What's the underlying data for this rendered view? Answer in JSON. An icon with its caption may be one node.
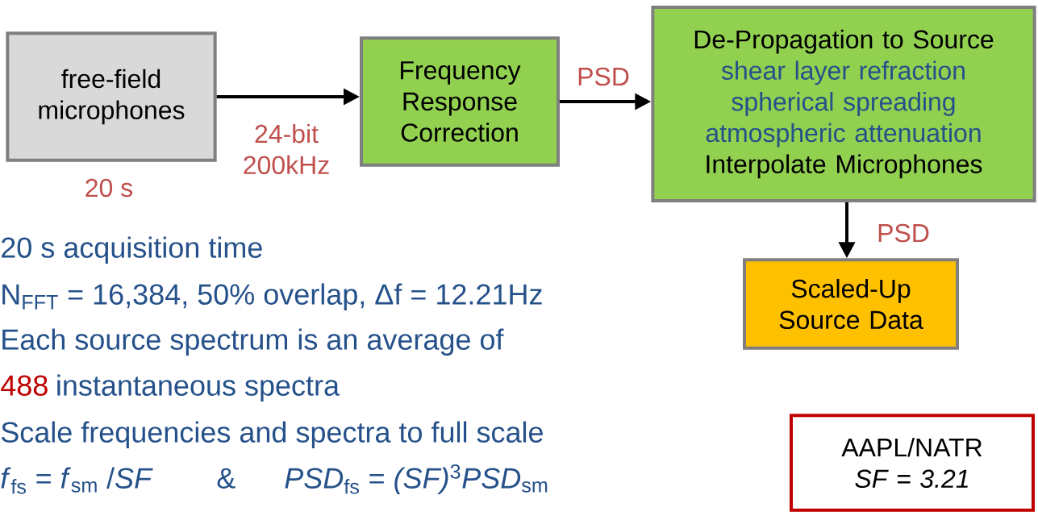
{
  "diagram": {
    "nodes": [
      {
        "text": [
          "free-field microphones"
        ],
        "beside": [
          "20 s"
        ]
      },
      {
        "text": [
          "Frequency Response Correction"
        ]
      },
      {
        "text": [
          "De-Propagation to Source",
          "shear layer refraction",
          "spherical spreading",
          "atmospheric attenuation",
          "Interpolate Microphones"
        ]
      },
      {
        "text": [
          "Scaled-Up Source Data"
        ]
      },
      {
        "text": [
          "AAPL/NATR",
          "SF = 3.21"
        ]
      }
    ],
    "edges": [
      {
        "from": 0,
        "to": 1,
        "arrow": "to",
        "label": "24-bit 200kHz"
      },
      {
        "from": 1,
        "to": 2,
        "arrow": "to",
        "label": "PSD"
      },
      {
        "from": 2,
        "to": 3,
        "arrow": "to",
        "label": "PSD"
      }
    ],
    "labels": [
      "20 s acquisition time",
      "N$_{FFT}$ = 16,384, 50% overlap, Δf = 12.21Hz",
      "Each source spectrum is an average of",
      "488",
      "instantaneous spectra",
      "Scale frequencies and spectra to full scale",
      "*f*$_{fs}$ = *f*$_{sm}$ /*SF*",
      "&",
      "*PSD*$_{fs}$ = *(SF)*$^{3}$*PSD*$_{sm}$"
    ]
  }
}
